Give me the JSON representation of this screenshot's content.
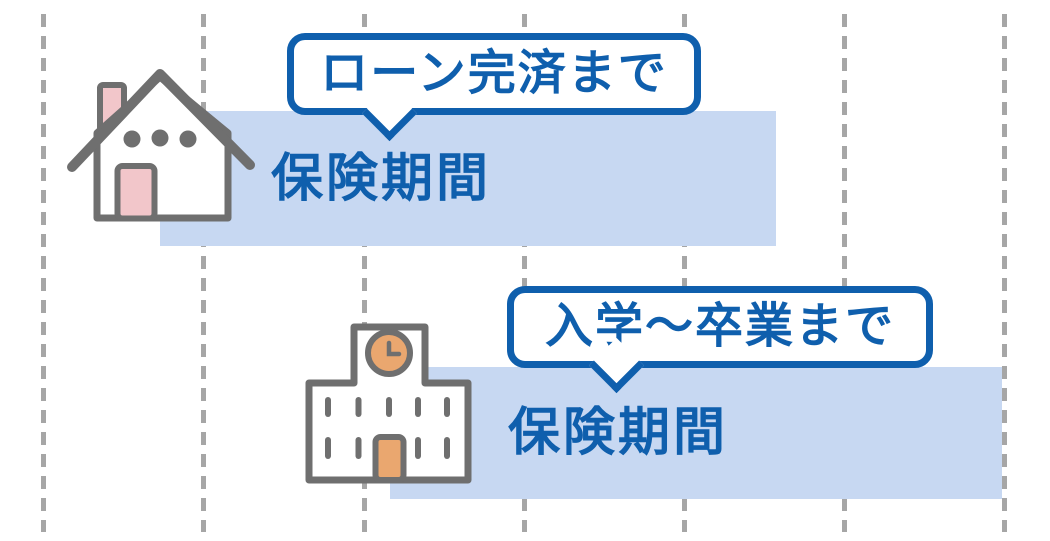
{
  "diagram_title": "insurance-period-comparison",
  "loan": {
    "bubble_label": "ローン完済まで",
    "bar_label": "保険期間",
    "icon": "house-icon"
  },
  "education": {
    "bubble_label": "入学〜卒業まで",
    "bar_label": "保険期間",
    "icon": "school-icon"
  },
  "colors": {
    "accent_blue": "#0f5fad",
    "bar_fill": "#c7d8f2",
    "icon_outline_gray": "#6f6f6f",
    "gridline_gray": "#a6a6a6",
    "house_pink": "#f2c6ca",
    "school_orange": "#eaa76f",
    "background": "#ffffff"
  },
  "timeline": {
    "gridline_xs": [
      43,
      203,
      364,
      524,
      684,
      844,
      1004
    ]
  }
}
